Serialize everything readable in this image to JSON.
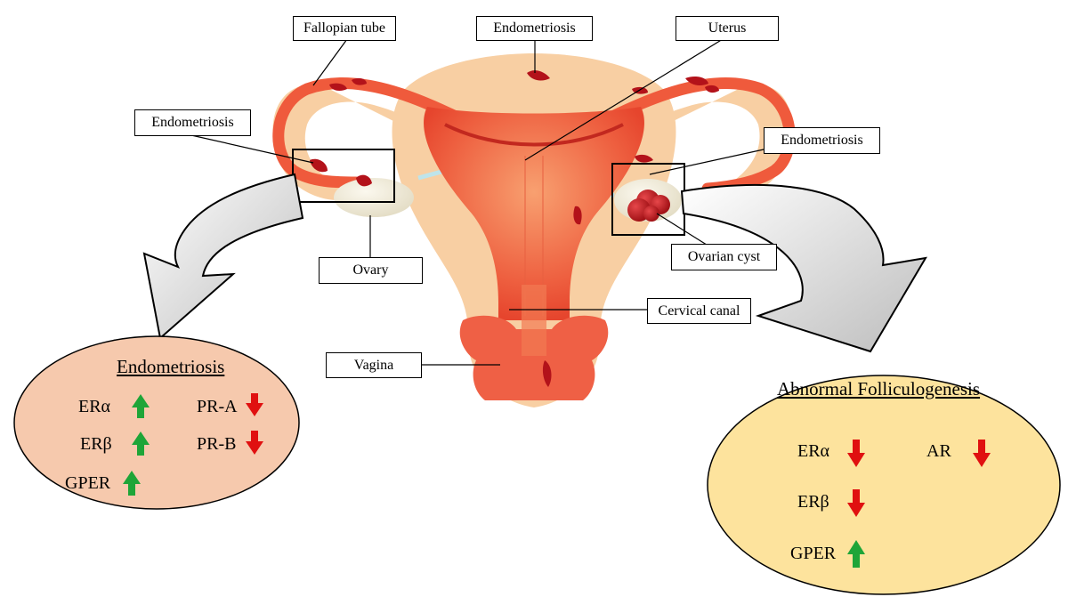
{
  "labels": {
    "fallopian_tube": "Fallopian tube",
    "endometriosis_top": "Endometriosis",
    "uterus": "Uterus",
    "endometriosis_left": "Endometriosis",
    "endometriosis_right": "Endometriosis",
    "ovary": "Ovary",
    "ovarian_cyst": "Ovarian cyst",
    "cervical_canal": "Cervical canal",
    "vagina": "Vagina"
  },
  "left_panel": {
    "title": "Endometriosis",
    "fill": "#f6c9ad",
    "items": [
      {
        "label": "ERα",
        "direction": "up"
      },
      {
        "label": "PR-A",
        "direction": "down"
      },
      {
        "label": "ERβ",
        "direction": "up"
      },
      {
        "label": "PR-B",
        "direction": "down"
      },
      {
        "label": "GPER",
        "direction": "up"
      }
    ]
  },
  "right_panel": {
    "title": "Abnormal Folliculogenesis",
    "fill": "#fde39d",
    "items": [
      {
        "label": "ERα",
        "direction": "down"
      },
      {
        "label": "AR",
        "direction": "down"
      },
      {
        "label": "ERβ",
        "direction": "down"
      },
      {
        "label": "GPER",
        "direction": "up"
      }
    ]
  },
  "colors": {
    "up_arrow": "#1ea538",
    "down_arrow": "#e01010",
    "uterus_outer": "#f8cfa3",
    "uterus_inner": "#ef5a3c",
    "lesion": "#b3121a"
  }
}
